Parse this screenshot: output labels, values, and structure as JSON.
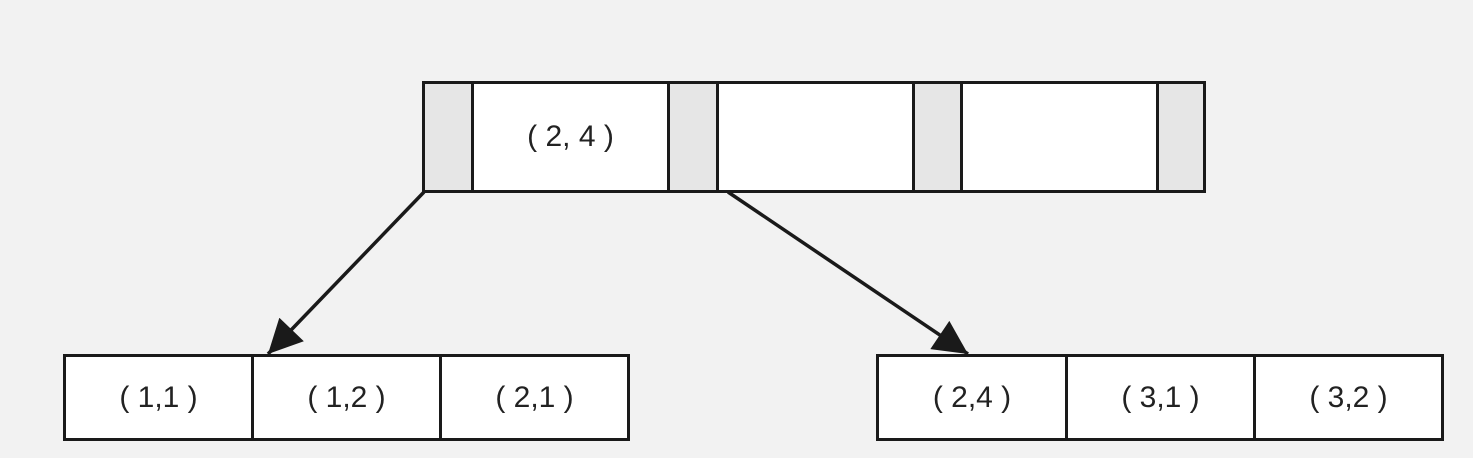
{
  "root_node": {
    "keys": [
      "( 2, 4 )",
      "",
      ""
    ]
  },
  "leaf_nodes": [
    {
      "keys": [
        "( 1,1 )",
        "( 1,2 )",
        "( 2,1 )"
      ]
    },
    {
      "keys": [
        "( 2,4 )",
        "( 3,1 )",
        "( 3,2 )"
      ]
    }
  ],
  "colors": {
    "background": "#f2f2f2",
    "line": "#1a1a1a",
    "pointer_cell": "#e6e6e6",
    "key_cell": "#ffffff"
  }
}
